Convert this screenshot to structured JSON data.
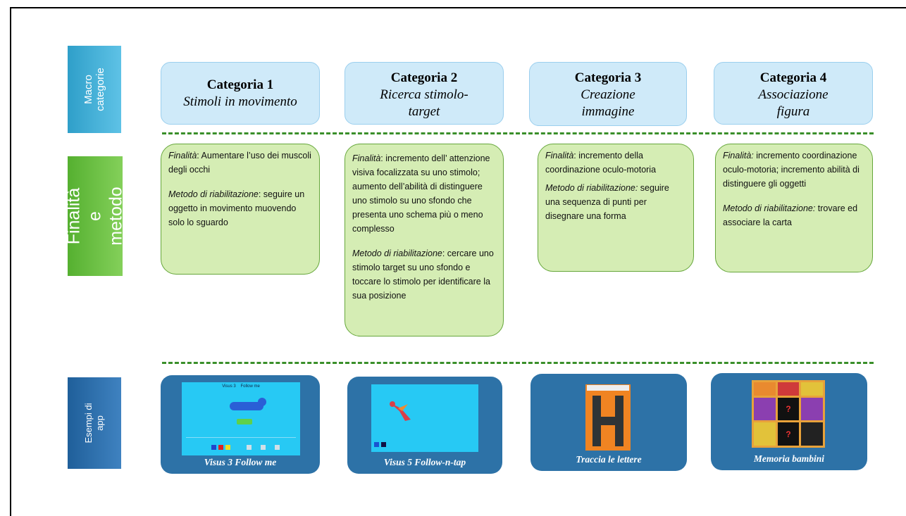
{
  "side_labels": {
    "macro": "Macro categorie",
    "goal": "Finalità e metodo",
    "examples": "Esempi di app"
  },
  "categories": [
    {
      "title": "Categoria 1",
      "subtitle": "Stimoli in movimento"
    },
    {
      "title": "Categoria 2",
      "subtitle": "Ricerca stimolo-target"
    },
    {
      "title": "Categoria 3",
      "subtitle": "Creazione immagine"
    },
    {
      "title": "Categoria 4",
      "subtitle": "Associazione figura"
    }
  ],
  "goals": [
    {
      "goal_label": "Finalità",
      "goal_text": ": Aumentare l’uso dei muscoli degli occhi",
      "method_label": "Metodo di riabilitazione",
      "method_text": ": seguire un oggetto in movimento muovendo solo lo sguardo"
    },
    {
      "goal_label": "Finalità",
      "goal_text": ": incremento dell’ attenzione visiva focalizzata su uno stimolo; aumento dell’abilità di distinguere uno stimolo su uno sfondo che presenta uno schema più o meno complesso",
      "method_label": "Metodo di riabilitazione",
      "method_text": ": cercare uno stimolo target su uno sfondo e toccare lo stimolo per identificare la sua posizione"
    },
    {
      "goal_label": "Finalità",
      "goal_text": ": incremento della coordinazione oculo-motoria",
      "method_label": "Metodo di riabilitazione:",
      "method_text": " seguire una sequenza di punti per disegnare una forma"
    },
    {
      "goal_label": "Finalità:",
      "goal_text": " incremento coordinazione oculo-motoria; incremento abilità di distinguere gli oggetti",
      "method_label": "Metodo di riabilitazione:",
      "method_text": " trovare ed associare la carta"
    }
  ],
  "apps": [
    {
      "caption": "Visus 3 Follow me",
      "screen_title": "Visus 3    Follow me"
    },
    {
      "caption": "Visus 5 Follow-n-tap"
    },
    {
      "caption": "Traccia le lettere"
    },
    {
      "caption": "Memoria bambini",
      "cells": [
        "?",
        "?"
      ]
    }
  ],
  "colors": {
    "dash": "#3a8f2a",
    "category_bg": "#cfeaf9",
    "goal_bg": "#d5edb4",
    "app_bg": "#2d72a7"
  }
}
